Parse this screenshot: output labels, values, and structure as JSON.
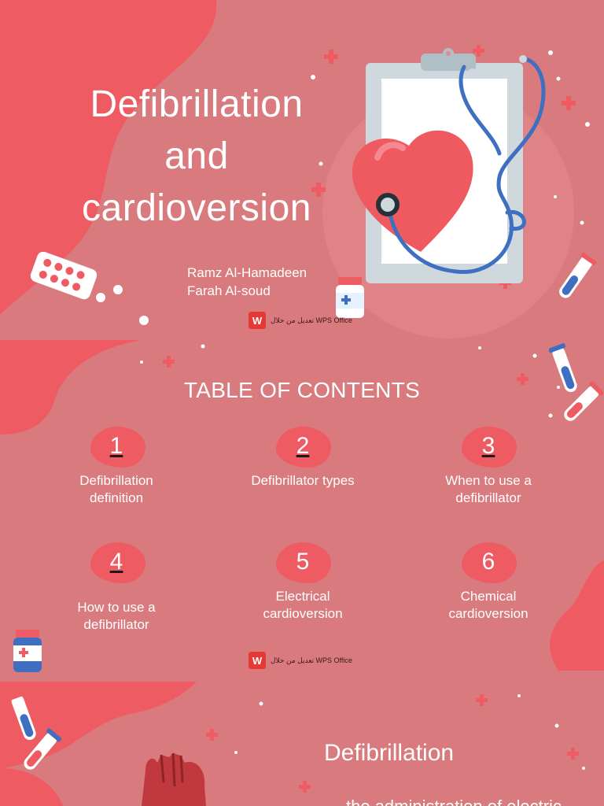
{
  "colors": {
    "background": "#d97a7e",
    "accent": "#ef5b62",
    "clipboard": "#cfd8dc",
    "heart": "#ee5a60",
    "stethoscope": "#3f6fc0"
  },
  "cover": {
    "title_line1": "Defibrillation",
    "title_line2": "and",
    "title_line3": "cardioversion",
    "authors": [
      "Ramz Al-Hamadeen",
      "Farah Al-soud"
    ],
    "icons": [
      "clipboard-icon",
      "heart-icon",
      "stethoscope-icon",
      "pill-blister-icon",
      "medicine-bottle-icon",
      "test-tube-icon"
    ]
  },
  "watermark": {
    "logo_letter": "W",
    "text": "تعديل من خلال WPS Office"
  },
  "toc": {
    "title": "TABLE OF CONTENTS",
    "items": [
      {
        "number": "1",
        "label_line1": "Defibrillation",
        "label_line2": "definition"
      },
      {
        "number": "2",
        "label_line1": "Defibrillator types",
        "label_line2": ""
      },
      {
        "number": "3",
        "label_line1": "When to use a",
        "label_line2": "defibrillator"
      },
      {
        "number": "4",
        "label_line1": "How to use a",
        "label_line2": "defibrillator"
      },
      {
        "number": "5",
        "label_line1": "Electrical",
        "label_line2": "cardioversion"
      },
      {
        "number": "6",
        "label_line1": "Chemical",
        "label_line2": "cardioversion"
      }
    ]
  },
  "section": {
    "title": "Defibrillation",
    "text_partial": "the administration of electric"
  }
}
